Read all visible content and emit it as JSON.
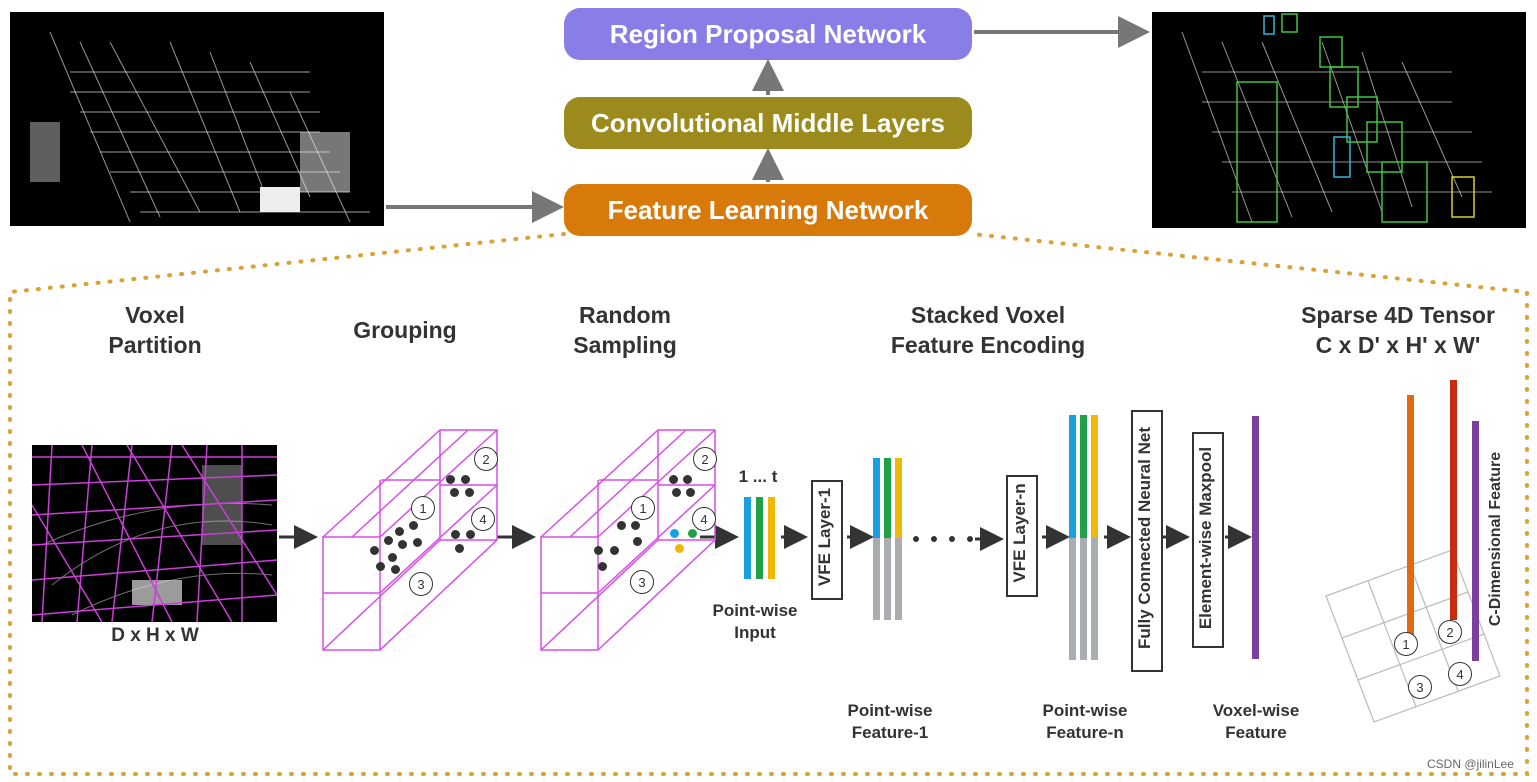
{
  "top": {
    "rpn_label": "Region Proposal Network",
    "cml_label": "Convolutional Middle Layers",
    "fln_label": "Feature Learning Network",
    "colors": {
      "rpn": "#8a7de8",
      "cml": "#9c8a1c",
      "fln": "#d77a0a",
      "arrow": "#777777",
      "dotted": "#d9a33a"
    }
  },
  "sections": {
    "voxel_partition": "Voxel\nPartition",
    "grouping": "Grouping",
    "random_sampling": "Random\nSampling",
    "svfe": "Stacked Voxel\nFeature Encoding",
    "sparse_tensor": "Sparse 4D Tensor\nC x D' x H' x W'"
  },
  "labels": {
    "dhw": "D x H x W",
    "one_to_t": "1 ... t",
    "pointwise_input": "Point-wise\nInput",
    "vfe1": "VFE Layer-1",
    "vfen": "VFE Layer-n",
    "fcn": "Fully Connected Neural Net",
    "maxpool": "Element-wise Maxpool",
    "pw_feature1": "Point-wise\nFeature-1",
    "pw_featuren": "Point-wise\nFeature-n",
    "voxelwise": "Voxel-wise\nFeature",
    "cdim": "C-Dimensional Feature",
    "ellipsis": "· · · ·"
  },
  "circles": [
    "1",
    "2",
    "3",
    "4"
  ],
  "watermark": "CSDN @jilinLee"
}
